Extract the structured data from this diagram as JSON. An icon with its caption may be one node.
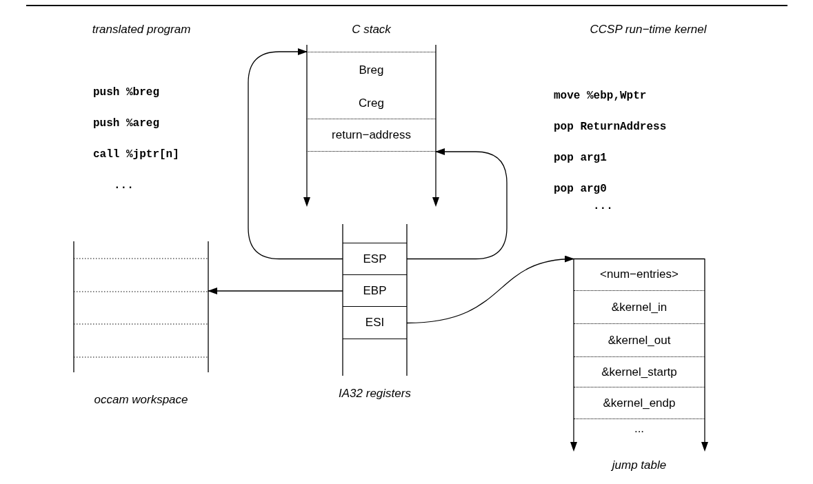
{
  "diagram": {
    "nodes": [
      {
        "text": [
          "C stack"
        ]
      },
      {
        "text": [
          "Breg"
        ],
        "in": 0
      },
      {
        "text": [
          "Creg"
        ],
        "in": 0
      },
      {
        "text": [
          "return−address"
        ],
        "in": 0
      },
      {
        "text": [
          "IA32 registers"
        ]
      },
      {
        "text": [
          "ESP"
        ],
        "in": 4
      },
      {
        "text": [
          "EBP"
        ],
        "in": 4
      },
      {
        "text": [
          "ESI"
        ],
        "in": 4
      },
      {
        "text": [
          "occam workspace"
        ]
      },
      {
        "text": [
          "jump table"
        ]
      },
      {
        "text": [
          "<num−entries>"
        ],
        "in": 9
      },
      {
        "text": [
          "&kernel_in"
        ],
        "in": 9
      },
      {
        "text": [
          "&kernel_out"
        ],
        "in": 9
      },
      {
        "text": [
          "&kernel_startp"
        ],
        "in": 9
      },
      {
        "text": [
          "&kernel_endp"
        ],
        "in": 9
      },
      {
        "text": [
          "..."
        ],
        "in": 9
      }
    ],
    "edges": [
      {
        "from": 5,
        "to": 1,
        "arrow": "to"
      },
      {
        "from": 5,
        "to": 3,
        "arrow": "to"
      },
      {
        "from": 6,
        "to": 8,
        "arrow": "to"
      },
      {
        "from": 7,
        "to": 9,
        "arrow": "to"
      }
    ],
    "labels": [
      "translated program",
      "push %breg",
      "push %areg",
      "call %jptr[n]",
      "...",
      "CCSP run−time kernel",
      "move %ebp,Wptr",
      "pop ReturnAddress",
      "pop arg1",
      "pop arg0",
      "..."
    ]
  }
}
